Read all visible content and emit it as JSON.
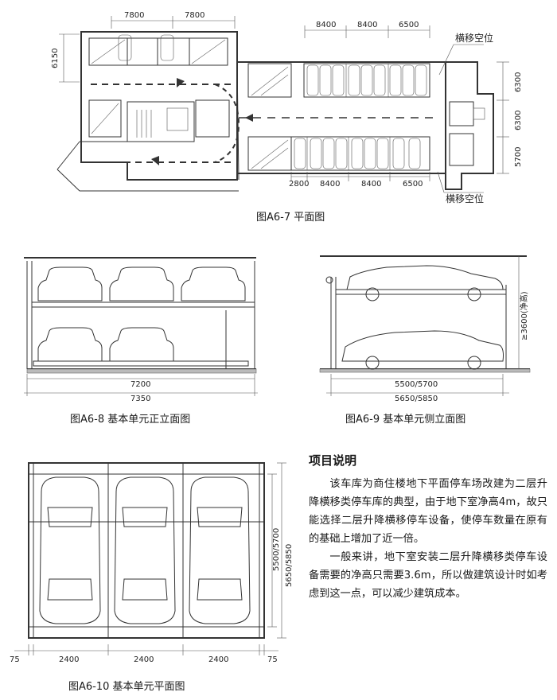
{
  "fig_a6_7": {
    "caption": "图A6-7  平面图",
    "dim_top_left": [
      "7800",
      "7800"
    ],
    "dim_left": "6150",
    "dim_top_right": [
      "8400",
      "8400",
      "6500"
    ],
    "dim_bottom_right": [
      "2800",
      "8400",
      "8400",
      "6500"
    ],
    "dim_right": [
      "6300",
      "6300",
      "5700"
    ],
    "callout_top": "横移空位",
    "callout_bottom": "横移空位"
  },
  "fig_a6_8": {
    "caption": "图A6-8  基本单元正立面图",
    "dim_inner": "7200",
    "dim_outer": "7350"
  },
  "fig_a6_9": {
    "caption": "图A6-9  基本单元侧立面图",
    "dim_inner": "5500/5700",
    "dim_outer": "5650/5850",
    "height_label": "≥3600(净高)"
  },
  "fig_a6_10": {
    "caption": "图A6-10  基本单元平面图",
    "dim_bottom": [
      "75",
      "2400",
      "2400",
      "2400",
      "75"
    ],
    "dim_right_inner": "5500/5700",
    "dim_right_outer": "5650/5850"
  },
  "notes": {
    "title": "项目说明",
    "para1": "该车库为商住楼地下平面停车场改建为二层升降横移类停车库的典型，由于地下室净高4m，故只能选择二层升降横移停车设备，使停车数量在原有的基础上增加了近一倍。",
    "para2": "一般来讲，地下室安装二层升降横移类停车设备需要的净高只需要3.6m，所以做建筑设计时如考虑到这一点，可以减少建筑成本。"
  }
}
